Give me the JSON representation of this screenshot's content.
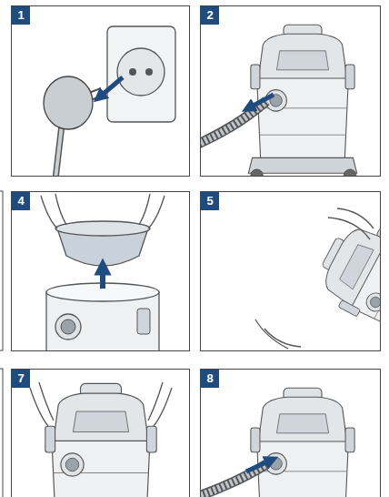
{
  "diagram": {
    "labels": [
      "1",
      "2",
      "4",
      "5",
      "7",
      "8"
    ]
  }
}
